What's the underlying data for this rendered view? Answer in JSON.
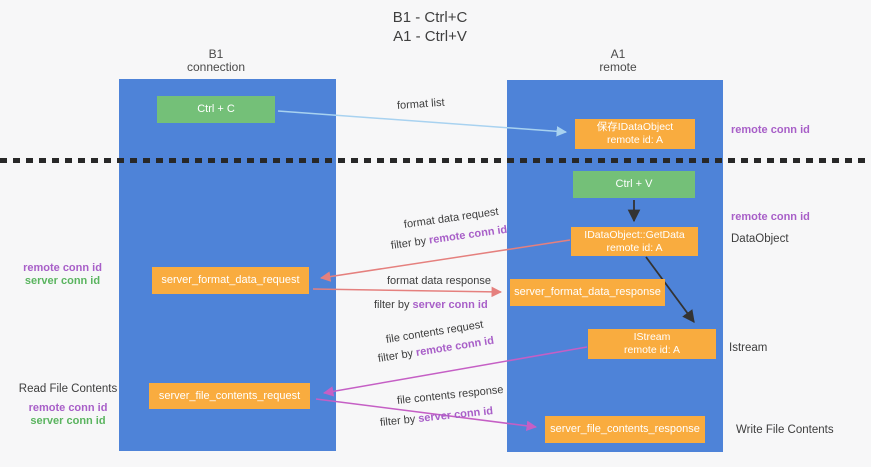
{
  "title": {
    "line1": "B1 - Ctrl+C",
    "line2": "A1 - Ctrl+V"
  },
  "lanes": {
    "left": {
      "title": "B1",
      "subtitle": "connection"
    },
    "right": {
      "title": "A1",
      "subtitle": "remote"
    }
  },
  "boxes": {
    "ctrl_c": {
      "label": "Ctrl + C"
    },
    "save_idataobject": {
      "line1": "保存IDataObject",
      "line2": "remote id: A"
    },
    "ctrl_v": {
      "label": "Ctrl + V"
    },
    "getdata": {
      "line1": "IDataObject::GetData",
      "line2": "remote id: A"
    },
    "format_request": {
      "label": "server_format_data_request"
    },
    "format_response": {
      "label": "server_format_data_response"
    },
    "istream": {
      "line1": "IStream",
      "line2": "remote id: A"
    },
    "file_request": {
      "label": "server_file_contents_request"
    },
    "file_response": {
      "label": "server_file_contents_response"
    }
  },
  "flows": {
    "format_list": {
      "label": "format list"
    },
    "format_data_request": {
      "label": "format data request",
      "filter_prefix": "filter by",
      "filter_key": "remote conn id"
    },
    "format_data_response": {
      "label": "format data response",
      "filter_prefix": "filter by",
      "filter_key": "server conn id"
    },
    "file_contents_request": {
      "label": "file contents request",
      "filter_prefix": "filter by",
      "filter_key": "remote conn id"
    },
    "file_contents_response": {
      "label": "file contents response",
      "filter_prefix": "filter by",
      "filter_key": "server conn id"
    }
  },
  "annotations": {
    "right_top_remote_conn_id": "remote conn id",
    "right_mid_remote_conn_id": "remote conn id",
    "dataobject": "DataObject",
    "istream": "Istream",
    "write_file_contents": "Write File Contents",
    "left_mid": {
      "remote": "remote conn id",
      "server": "server conn id"
    },
    "left_bottom": {
      "title": "Read File Contents",
      "remote": "remote conn id",
      "server": "server conn id"
    }
  },
  "colors": {
    "lane_blue": "#4e83d8",
    "green_box": "#74c078",
    "orange_box": "#f9ac3f",
    "salmon_arrow": "#e5807e",
    "magenta_arrow": "#c55fc5",
    "light_blue_arrow": "#a8d2f0",
    "black_arrow": "#333333",
    "purple_text": "#a85fc8",
    "green_text": "#5ab45f",
    "divider_black": "#282828"
  }
}
